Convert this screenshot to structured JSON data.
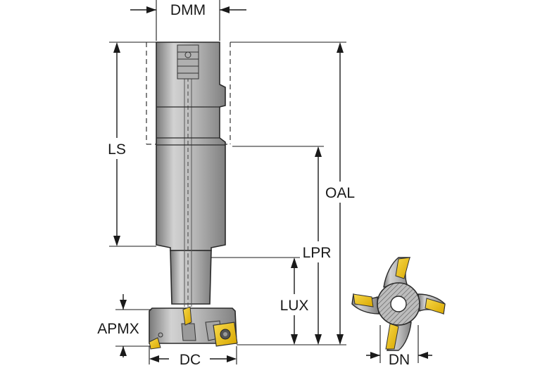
{
  "labels": {
    "dmm": "DMM",
    "ls": "LS",
    "oal": "OAL",
    "lpr": "LPR",
    "lux": "LUX",
    "apmx": "APMX",
    "dc": "DC",
    "dn": "DN"
  },
  "colors": {
    "steel_light": "#c9c9c9",
    "steel_dark": "#7d7d7d",
    "insert": "#f2c200",
    "line": "#1a1a1a"
  }
}
